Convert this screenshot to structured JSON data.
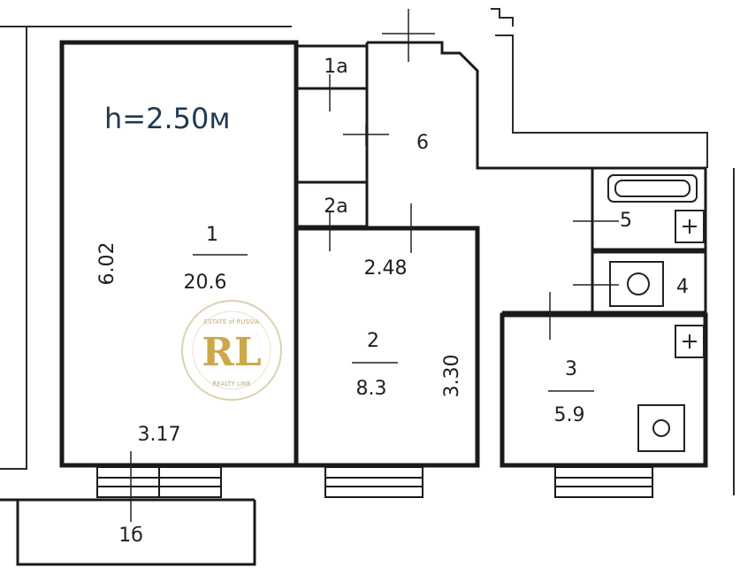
{
  "plan": {
    "ceiling_height": "h=2.50м",
    "rooms": [
      {
        "id": "1",
        "area": "20.6"
      },
      {
        "id": "1а"
      },
      {
        "id": "1б"
      },
      {
        "id": "2",
        "area": "8.3"
      },
      {
        "id": "2а"
      },
      {
        "id": "3",
        "area": "5.9"
      },
      {
        "id": "4"
      },
      {
        "id": "5"
      },
      {
        "id": "6"
      }
    ],
    "dimensions": {
      "room1_height": "6.02",
      "room1_width": "3.17",
      "room2_width": "2.48",
      "room2_height": "3.30"
    }
  },
  "watermark": {
    "monogram": "RL",
    "ring_top": "ESTATE of RUSSIA",
    "ring_bottom": "REALTY LINE"
  }
}
